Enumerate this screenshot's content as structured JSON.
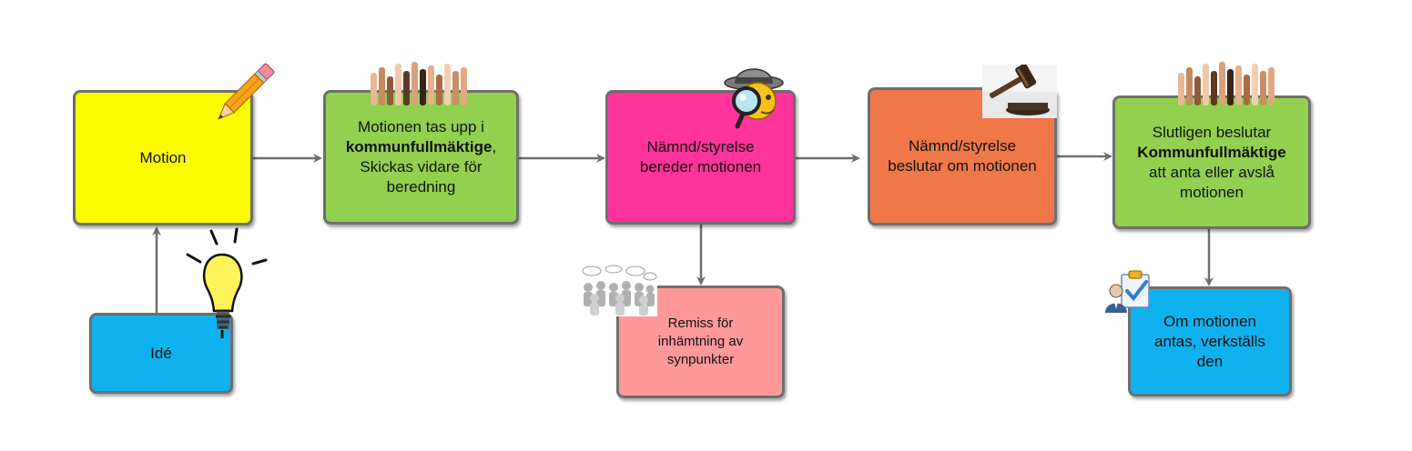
{
  "colors": {
    "motion": "#fdfb00",
    "green": "#92d050",
    "pink": "#ff3399",
    "orange": "#f07848",
    "remiss": "#ff9999",
    "blue": "#0fb2ef",
    "arrow": "#6e6e6e"
  },
  "boxes": {
    "motion": {
      "text": "Motion"
    },
    "ide": {
      "text": "Idé"
    },
    "kf": {
      "line1": "Motionen tas upp i",
      "bold": "kommunfullmäktige",
      "suffix": ",",
      "line3": "Skickas vidare för",
      "line4": "beredning"
    },
    "bereder": {
      "line1": "Nämnd/styrelse",
      "line2": "bereder motionen"
    },
    "beslutar": {
      "line1": "Nämnd/styrelse",
      "line2": "beslutar om motionen"
    },
    "remiss": {
      "line1": "Remiss för",
      "line2": "inhämtning av",
      "line3": "synpunkter"
    },
    "slutligen": {
      "line1": "Slutligen beslutar",
      "bold": "Kommunfullmäktige",
      "line3": "att anta eller avslå",
      "line4": "motionen"
    },
    "verkstalls": {
      "line1": "Om motionen",
      "line2": "antas, verkställs",
      "line3": "den"
    }
  },
  "icons": [
    "pencil-icon",
    "lightbulb-icon",
    "raised-hands-icon",
    "detective-icon",
    "gavel-icon",
    "discussion-people-icon",
    "checklist-user-icon"
  ]
}
